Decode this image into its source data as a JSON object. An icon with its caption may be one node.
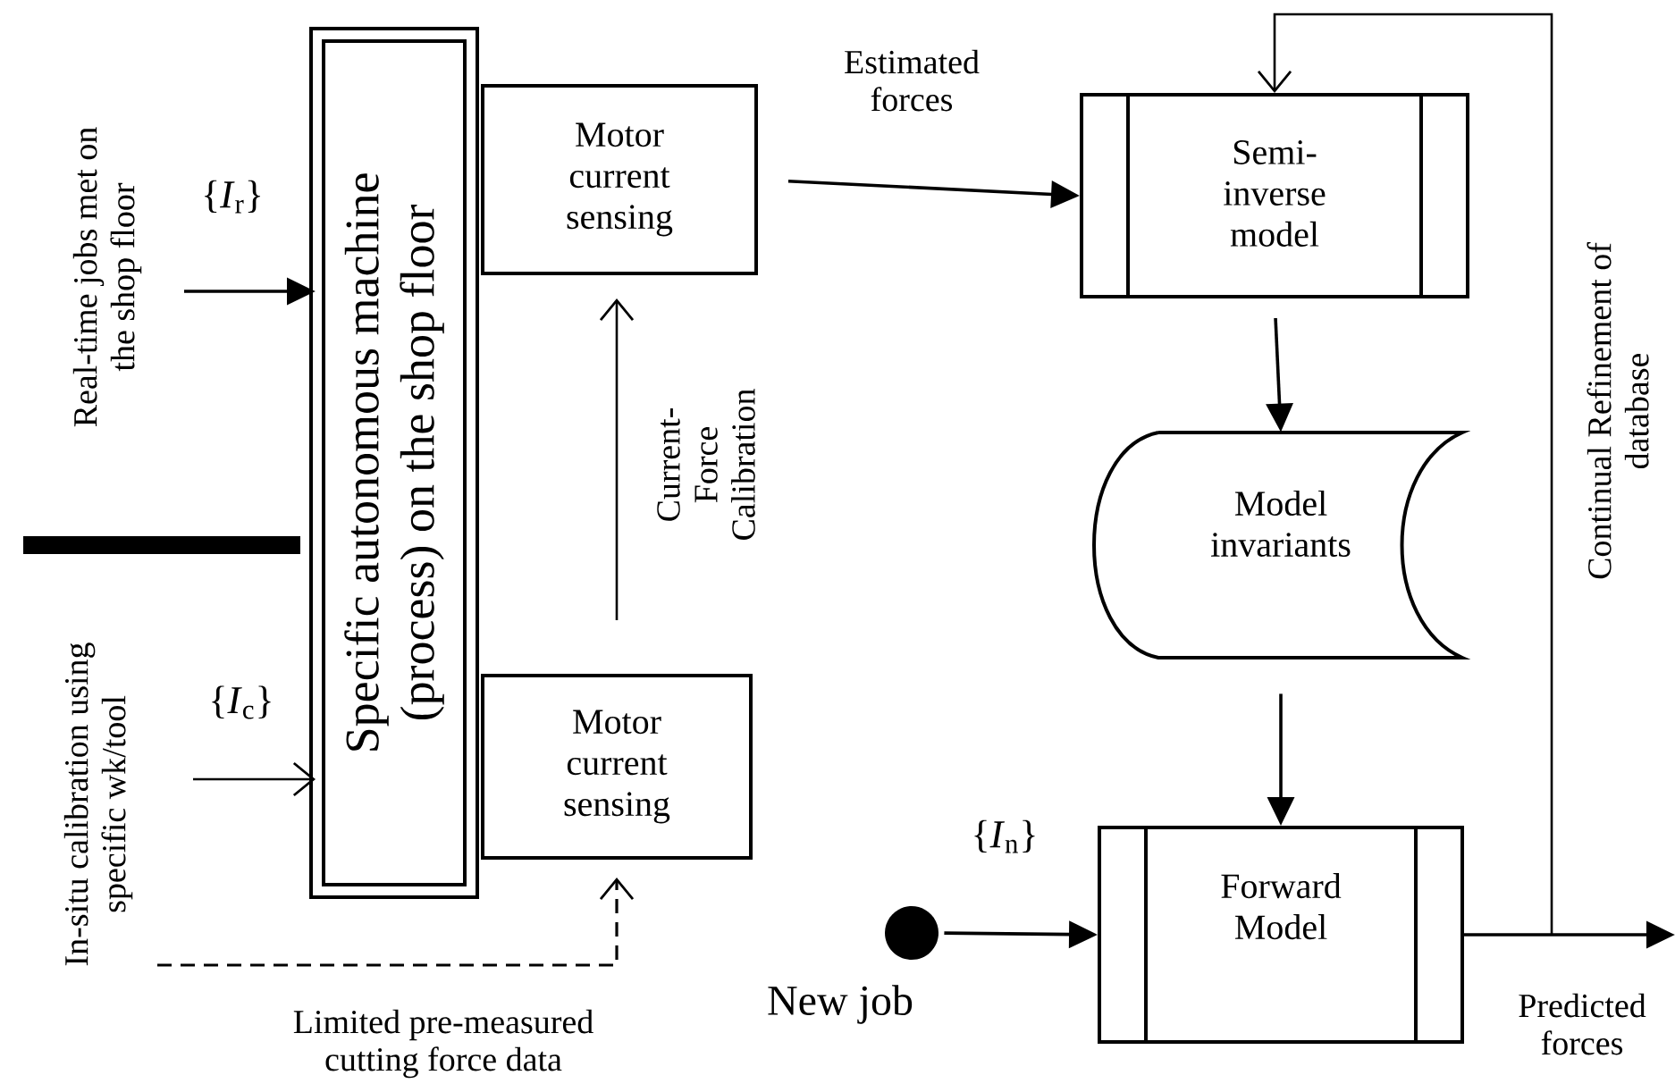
{
  "diagram": {
    "nodes": [
      {
        "text": [
          "Specific autonomous machine (process) on the shop floor"
        ]
      },
      {
        "text": [
          "Motor current sensing"
        ]
      },
      {
        "text": [
          "Motor current sensing"
        ]
      },
      {
        "text": [
          "Semi-inverse model"
        ]
      },
      {
        "text": [
          "Model invariants"
        ]
      },
      {
        "text": [
          "Forward Model"
        ]
      },
      {
        "text": [],
        "shape": "circle",
        "beside": [
          "New job"
        ]
      }
    ],
    "edges": [
      {
        "from": null,
        "to": 0,
        "arrow": "to",
        "label": "{*I*$_{r}$}"
      },
      {
        "from": null,
        "to": 0,
        "arrow": "to",
        "label": "{*I*$_{c}$}"
      },
      {
        "from": 2,
        "to": 1,
        "arrow": "to",
        "label": "Current- Force Calibration"
      },
      {
        "from": null,
        "to": 2,
        "arrow": "to",
        "label": "Limited pre-measured cutting force data",
        "style": "dashed"
      },
      {
        "from": 1,
        "to": 3,
        "arrow": "to",
        "label": "Estimated forces"
      },
      {
        "from": 3,
        "to": 4,
        "arrow": "to"
      },
      {
        "from": 4,
        "to": 5,
        "arrow": "to"
      },
      {
        "from": 6,
        "to": 5,
        "arrow": "to",
        "label": "{*I*$_{n}$}"
      },
      {
        "from": 5,
        "to": null,
        "arrow": "to",
        "label": "Predicted forces"
      },
      {
        "from": 5,
        "to": 3,
        "arrow": "to",
        "label": "Continual Refinement of database"
      }
    ],
    "labels": [
      "Real-time jobs met on the shop floor",
      "In-situ calibration using specific wk/tool"
    ]
  }
}
